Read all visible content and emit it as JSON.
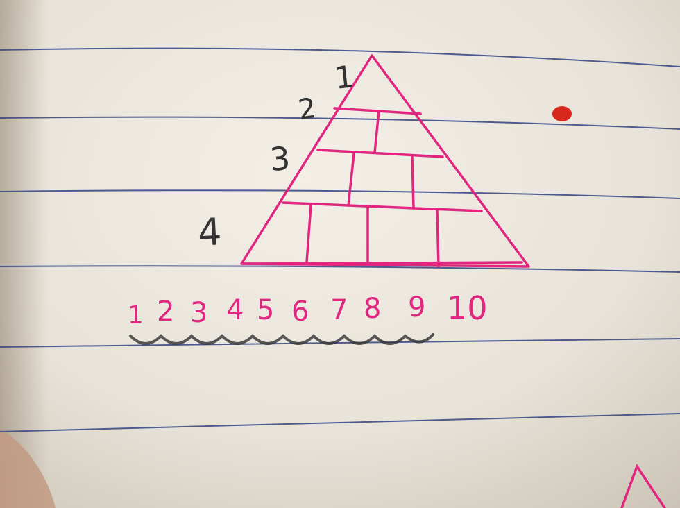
{
  "colors": {
    "paper_light": "#f1ede5",
    "paper_shadow": "#cfc8bb",
    "rule_line": "#3d4b86",
    "pink_ink": "#e0267f",
    "pencil": "#3a3a3a",
    "red_dot": "#d9291f"
  },
  "row_numbers": [
    "1",
    "2",
    "3",
    "4"
  ],
  "count_numbers": [
    "1",
    "2",
    "3",
    "4",
    "5",
    "6",
    "7",
    "8",
    "9",
    "10"
  ]
}
